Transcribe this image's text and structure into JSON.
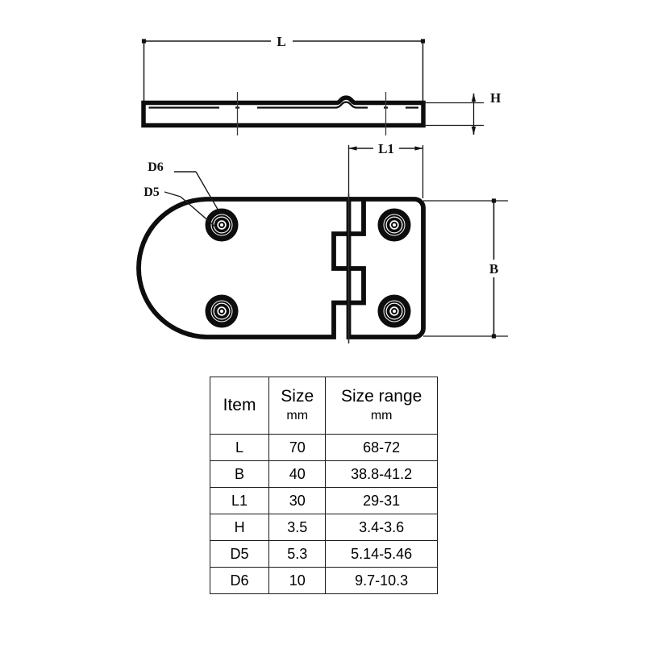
{
  "drawing": {
    "title": "Hinge dimensional drawing",
    "line_color": "#0d0d0d",
    "thin_line_color": "#1a1a1a",
    "dimensions": {
      "L": "L",
      "H": "H",
      "L1": "L1",
      "B": "B"
    },
    "callouts": {
      "d6": "D6",
      "d5": "D5"
    },
    "views": {
      "side_view_name": "side-elevation",
      "plan_view_name": "plan-view"
    }
  },
  "table": {
    "headers": [
      {
        "main": "Item",
        "sub": ""
      },
      {
        "main": "Size",
        "sub": "mm"
      },
      {
        "main": "Size range",
        "sub": "mm"
      }
    ],
    "rows": [
      {
        "item": "L",
        "size": "70",
        "range": "68-72"
      },
      {
        "item": "B",
        "size": "40",
        "range": "38.8-41.2"
      },
      {
        "item": "L1",
        "size": "30",
        "range": "29-31"
      },
      {
        "item": "H",
        "size": "3.5",
        "range": "3.4-3.6"
      },
      {
        "item": "D5",
        "size": "5.3",
        "range": "5.14-5.46"
      },
      {
        "item": "D6",
        "size": "10",
        "range": "9.7-10.3"
      }
    ]
  }
}
